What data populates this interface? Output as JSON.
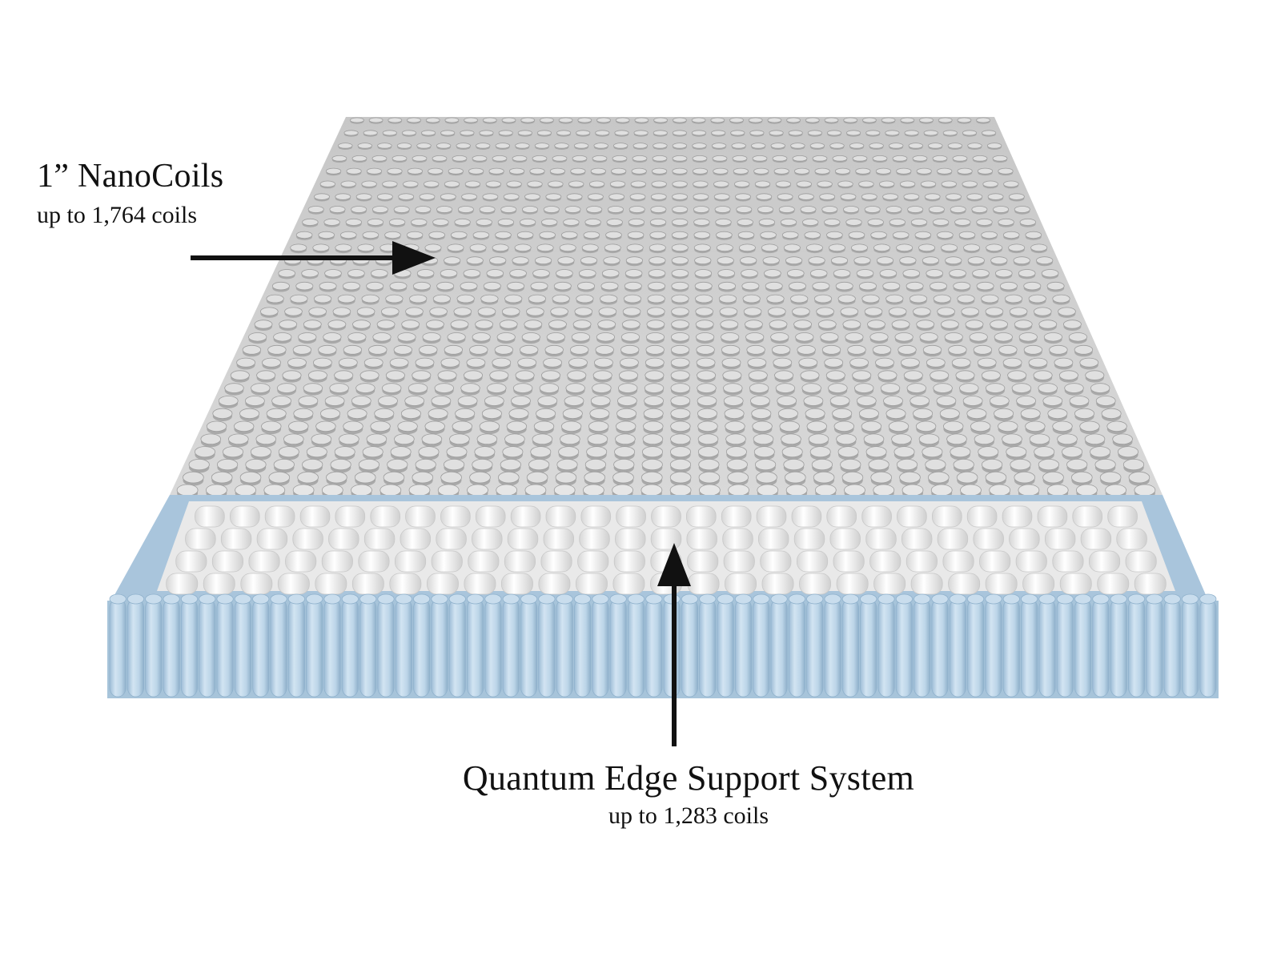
{
  "labels": {
    "nanocoils": {
      "title": "1” NanoCoils",
      "subtitle": "up to 1,764 coils"
    },
    "edge_support": {
      "title": "Quantum Edge Support System",
      "subtitle": "up to 1,283 coils"
    }
  },
  "colors": {
    "background": "#ffffff",
    "nanocoil_top": "#d4d4d4",
    "nanocoil_shadow": "#a9a9a9",
    "inner_coil": "#f4f4f4",
    "edge_coil": "#bcd5e8",
    "edge_coil_dark": "#8fb1cc",
    "arrow": "#111111",
    "text": "#111111"
  }
}
